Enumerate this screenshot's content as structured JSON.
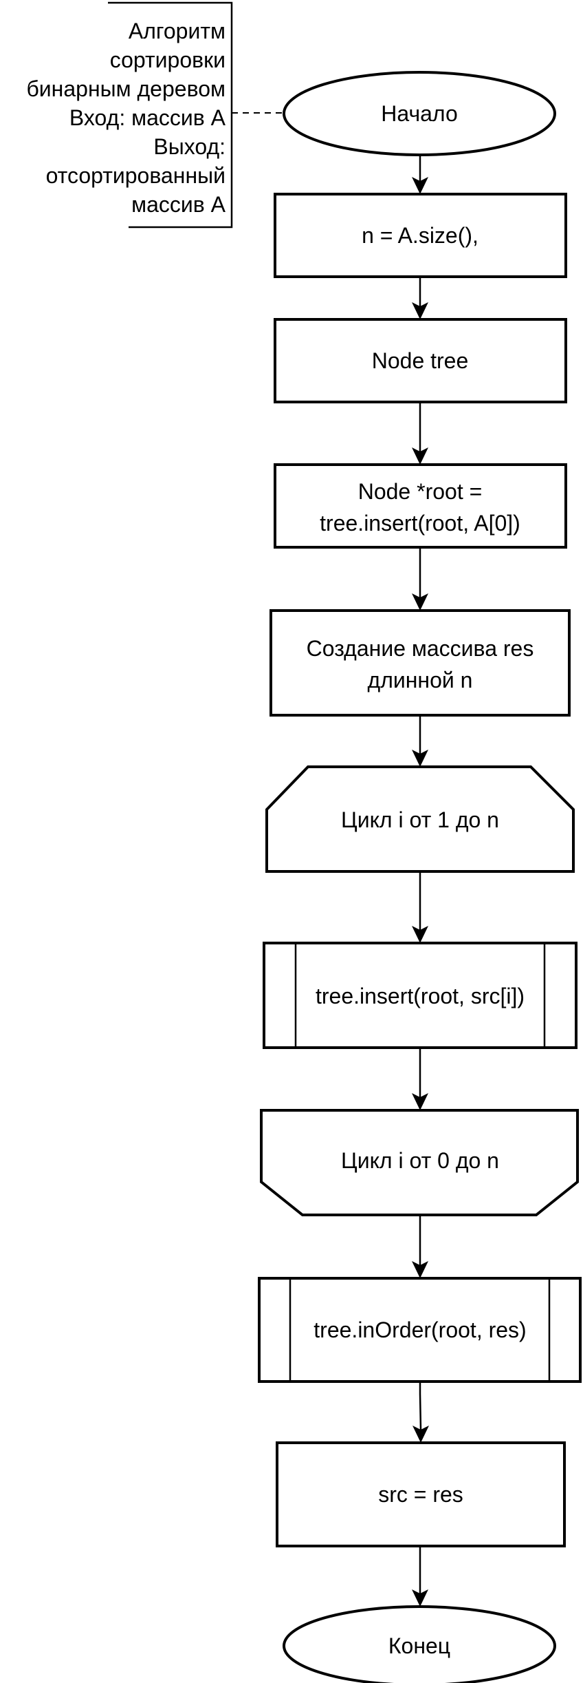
{
  "comment": {
    "lines": [
      "Алгоритм",
      "сортировки",
      "бинарным деревом",
      "Вход: массив A",
      "Выход:",
      "отсортированный",
      "массив A"
    ]
  },
  "nodes": {
    "start": "Начало",
    "init_n": "n = A.size(),",
    "declare_tree": "Node tree",
    "root_line1": "Node *root =",
    "root_line2": "tree.insert(root, A[0])",
    "res_line1": "Создание массива res",
    "res_line2": "длинной n",
    "loop1": "Цикл i от 1 до n",
    "insert_call": "tree.insert(root, src[i])",
    "loop2": "Цикл i от 0 до n",
    "inorder_call": "tree.inOrder(root, res)",
    "assign": "src = res",
    "end": "Конец"
  }
}
